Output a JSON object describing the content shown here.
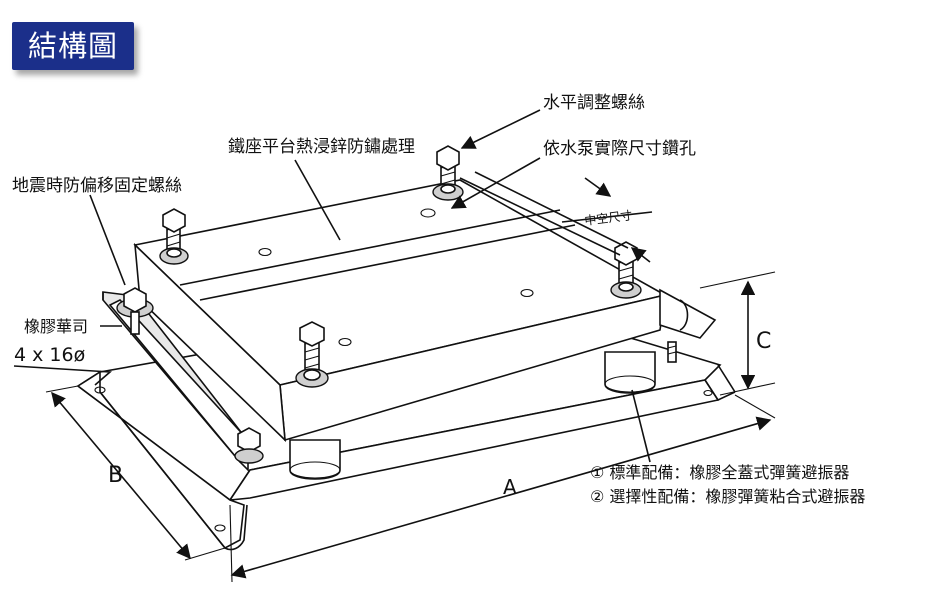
{
  "title": "結構圖",
  "labels": {
    "level_bolt": "水平調整螺絲",
    "pump_holes": "依水泵實際尺寸鑽孔",
    "plate": "鐵座平台熱浸鋅防鏽處理",
    "quake_bolt": "地震時防偏移固定螺絲",
    "hollow": "中空尺寸",
    "washer": "橡膠華司",
    "hole_spec": "4 x 16ø",
    "dim_a": "A",
    "dim_b": "B",
    "dim_c": "C",
    "standard": "① 標準配備：橡膠全蓋式彈簧避振器",
    "optional": "② 選擇性配備：橡膠彈簧粘合式避振器"
  },
  "colors": {
    "badge_bg": "#1b2f8a",
    "line": "#111111"
  }
}
